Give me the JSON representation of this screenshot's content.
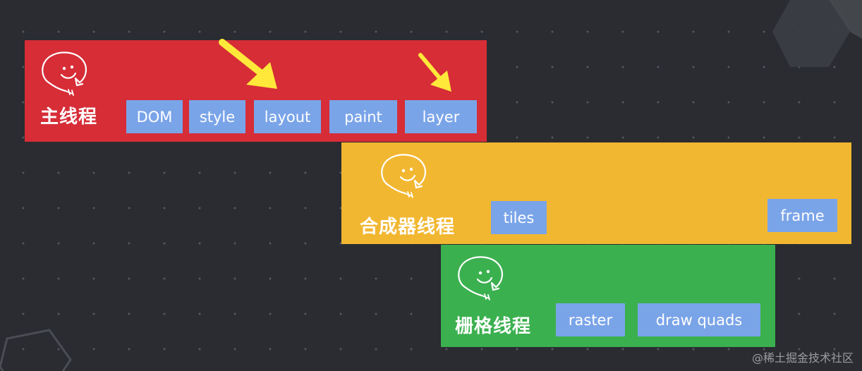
{
  "colors": {
    "background": "#2a2c31",
    "main_thread": "#d62d37",
    "compositor_thread": "#f2b731",
    "raster_thread": "#3bb04f",
    "chip": "#7aa4e8",
    "arrow": "#ffe83a"
  },
  "main_thread": {
    "label": "主线程",
    "steps": [
      "DOM",
      "style",
      "layout",
      "paint",
      "layer"
    ]
  },
  "compositor_thread": {
    "label": "合成器线程",
    "steps": [
      "tiles",
      "frame"
    ]
  },
  "raster_thread": {
    "label": "栅格线程",
    "steps": [
      "raster",
      "draw quads"
    ]
  },
  "mascot_icon": "smiling-speech-bubble-icon",
  "watermark": "@稀土掘金技术社区"
}
